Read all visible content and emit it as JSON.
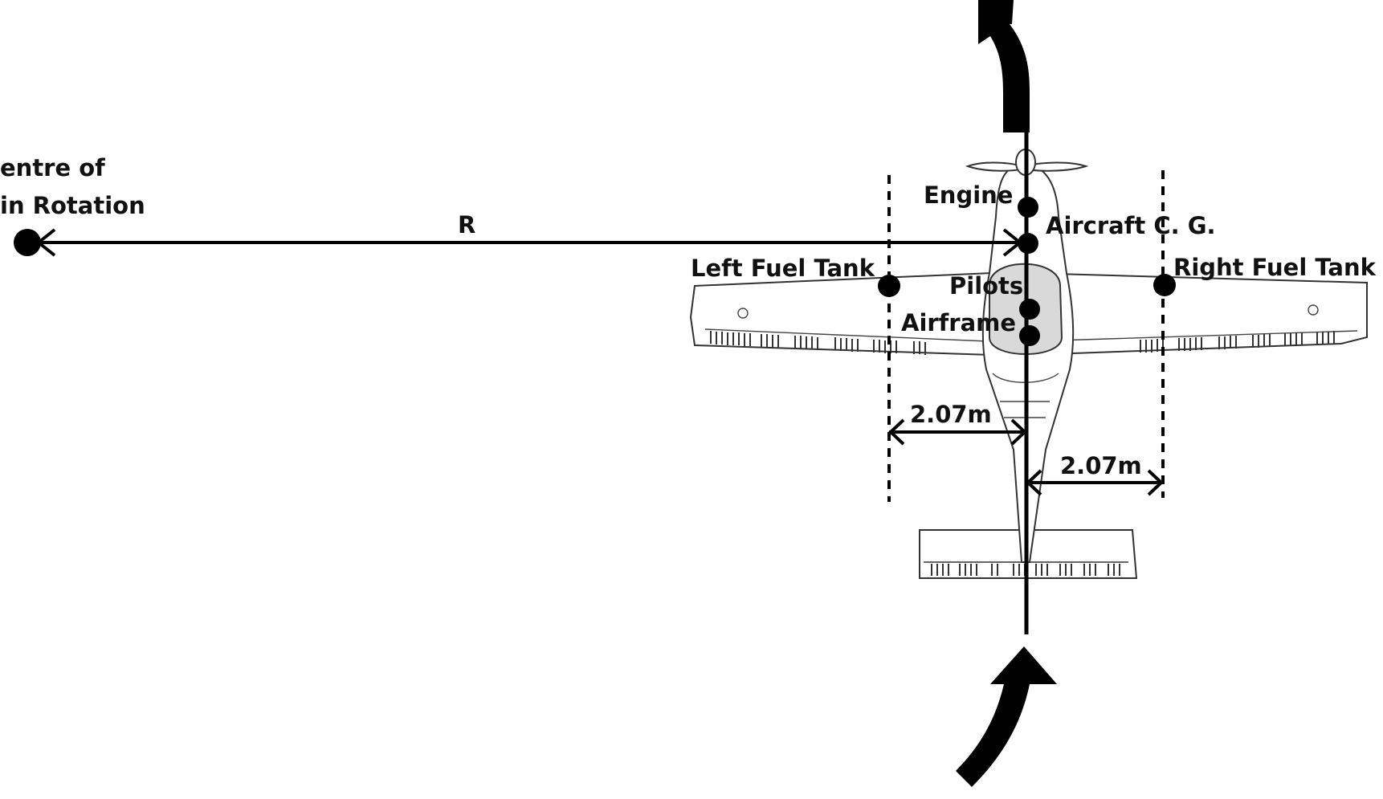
{
  "labels": {
    "centre_line1": "entre of",
    "centre_line2": "in Rotation",
    "radius": "R",
    "engine": "Engine",
    "aircraft_cg": "Aircraft C. G.",
    "left_fuel_tank": "Left Fuel Tank",
    "right_fuel_tank": "Right Fuel Tank",
    "pilots": "Pilots",
    "airframe": "Airframe",
    "left_distance": "2.07m",
    "right_distance": "2.07m"
  },
  "colors": {
    "ink": "#000000",
    "canopy": "#d9d9d9",
    "outline": "#333333"
  },
  "icons": {
    "curved_arrows": "rotation-arrow-icon"
  }
}
